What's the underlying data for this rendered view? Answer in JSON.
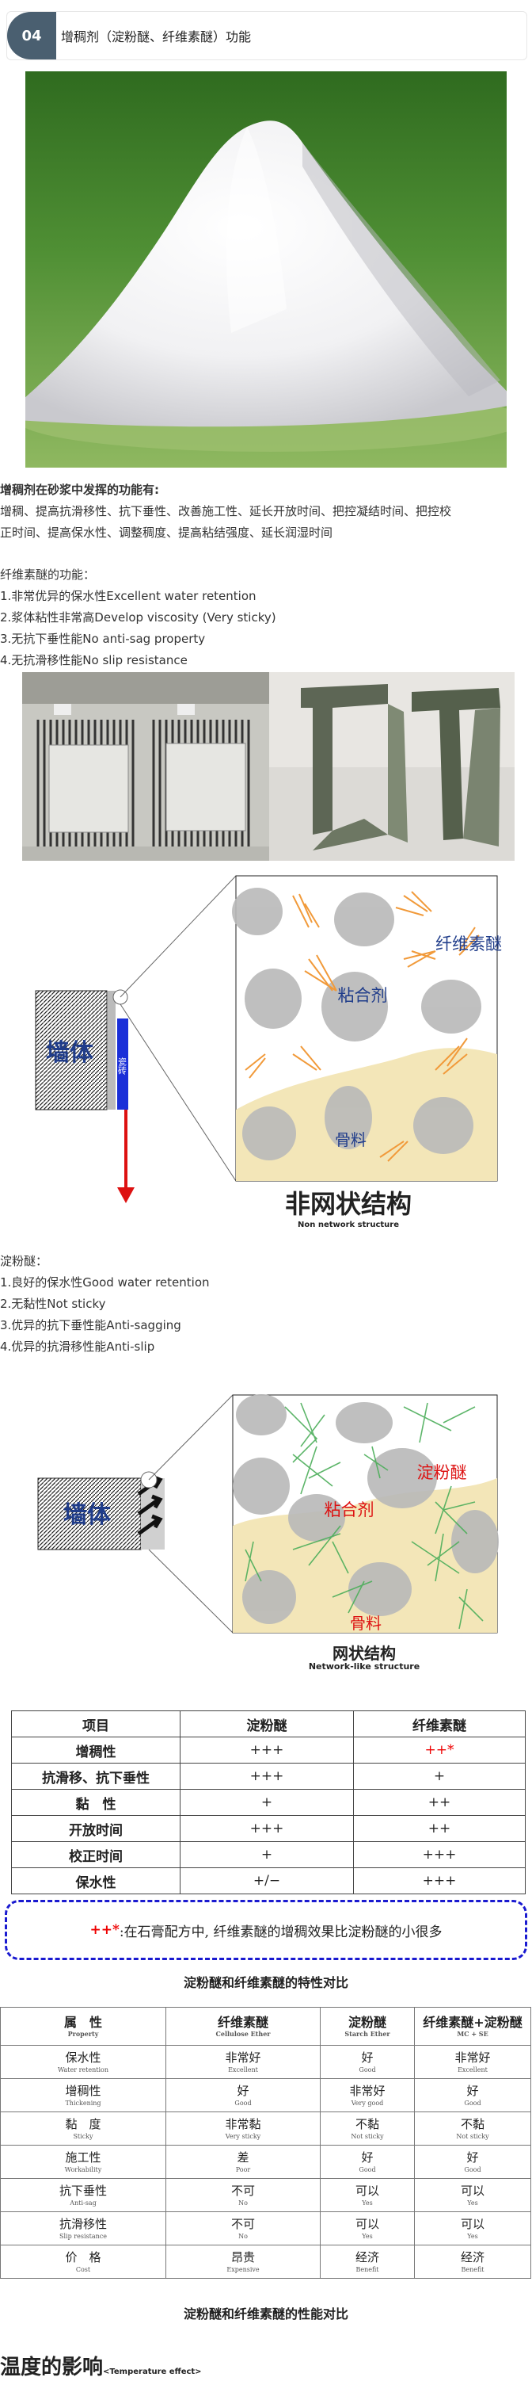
{
  "header": {
    "number": "04",
    "title": "增稠剂（淀粉醚、纤维素醚）功能"
  },
  "intro": {
    "heading": "增稠剂在砂浆中发挥的功能有:",
    "lines": [
      "增稠、提高抗滑移性、抗下垂性、改善施工性、延长开放时间、把控凝结时间、把控校",
      "正时间、提高保水性、调整稠度、提高粘结强度、延长润湿时间"
    ]
  },
  "cellulose": {
    "heading": "纤维素醚的功能：",
    "items": [
      "1.非常优异的保水性Excellent water retention",
      "2.浆体粘性非常高Develop viscosity (Very sticky)",
      "3.无抗下垂性能No anti-sag property",
      "4.无抗滑移性能No slip resistance"
    ]
  },
  "diagram1": {
    "wall": "墙体",
    "tile": "瓷砖",
    "binder": "粘合剂",
    "fiber": "纤维素醚",
    "aggregate": "骨料",
    "title": "非网状结构",
    "subtitle": "Non network structure"
  },
  "starch": {
    "heading": "淀粉醚：",
    "items": [
      "1.良好的保水性Good water retention",
      "2.无黏性Not sticky",
      "3.优异的抗下垂性能Anti-sagging",
      "4.优异的抗滑移性能Anti-slip"
    ]
  },
  "diagram2": {
    "wall": "墙体",
    "starch": "淀粉醚",
    "binder": "粘合剂",
    "aggregate": "骨料",
    "title": "网状结构",
    "subtitle": "Network-like structure"
  },
  "table1": {
    "headers": [
      "项目",
      "淀粉醚",
      "纤维素醚"
    ],
    "rows": [
      [
        "增稠性",
        "+++",
        "++*"
      ],
      [
        "抗滑移、抗下垂性",
        "+++",
        "+"
      ],
      [
        "黏　性",
        "+",
        "++"
      ],
      [
        "开放时间",
        "+++",
        "++"
      ],
      [
        "校正时间",
        "+",
        "+++"
      ],
      [
        "保水性",
        "+/−",
        "+++"
      ]
    ],
    "highlight_color": "#ee0000"
  },
  "note": {
    "mark": "++*",
    "text": ":在石膏配方中, 纤维素醚的增稠效果比淀粉醚的小很多"
  },
  "caption1": "淀粉醚和纤维素醚的特性对比",
  "table2": {
    "headers": [
      {
        "zh": "属　性",
        "en": "Property"
      },
      {
        "zh": "纤维素醚",
        "en": "Cellulose Ether"
      },
      {
        "zh": "淀粉醚",
        "en": "Starch Ether"
      },
      {
        "zh": "纤维素醚+淀粉醚",
        "en": "MC + SE"
      }
    ],
    "rows": [
      [
        {
          "zh": "保水性",
          "en": "Water retention"
        },
        {
          "zh": "非常好",
          "en": "Excellent"
        },
        {
          "zh": "好",
          "en": "Good"
        },
        {
          "zh": "非常好",
          "en": "Excellent"
        }
      ],
      [
        {
          "zh": "增稠性",
          "en": "Thickening"
        },
        {
          "zh": "好",
          "en": "Good"
        },
        {
          "zh": "非常好",
          "en": "Very good"
        },
        {
          "zh": "好",
          "en": "Good"
        }
      ],
      [
        {
          "zh": "黏　度",
          "en": "Sticky"
        },
        {
          "zh": "非常黏",
          "en": "Very sticky"
        },
        {
          "zh": "不黏",
          "en": "Not sticky"
        },
        {
          "zh": "不黏",
          "en": "Not sticky"
        }
      ],
      [
        {
          "zh": "施工性",
          "en": "Workability"
        },
        {
          "zh": "差",
          "en": "Poor"
        },
        {
          "zh": "好",
          "en": "Good"
        },
        {
          "zh": "好",
          "en": "Good"
        }
      ],
      [
        {
          "zh": "抗下垂性",
          "en": "Anti-sag"
        },
        {
          "zh": "不可",
          "en": "No"
        },
        {
          "zh": "可以",
          "en": "Yes"
        },
        {
          "zh": "可以",
          "en": "Yes"
        }
      ],
      [
        {
          "zh": "抗滑移性",
          "en": "Slip resistance"
        },
        {
          "zh": "不可",
          "en": "No"
        },
        {
          "zh": "可以",
          "en": "Yes"
        },
        {
          "zh": "可以",
          "en": "Yes"
        }
      ],
      [
        {
          "zh": "价　格",
          "en": "Cost"
        },
        {
          "zh": "昂贵",
          "en": "Expensive"
        },
        {
          "zh": "经济",
          "en": "Benefit"
        },
        {
          "zh": "经济",
          "en": "Benefit"
        }
      ]
    ]
  },
  "caption2": "淀粉醚和纤维素醚的性能对比",
  "footer": {
    "title": "温度的影响",
    "subtitle": "<Temperature effect>"
  },
  "colors": {
    "badge": "#4a5f70",
    "blue_label": "#1f3c8a",
    "red_label": "#dd1111",
    "note_border": "#1a1ad0"
  }
}
